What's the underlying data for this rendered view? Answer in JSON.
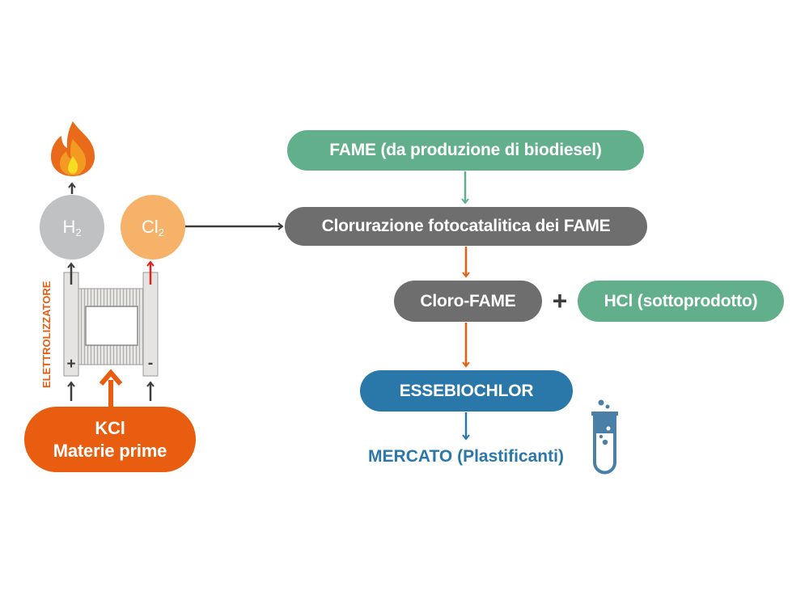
{
  "colors": {
    "orange": "#e85d10",
    "green": "#62af8c",
    "gray_dark": "#6e6e6e",
    "gray_light": "#bfc1c3",
    "cl2_orange": "#f7b26a",
    "blue": "#2a77a9",
    "red_arrow": "#e3221b",
    "arrow_dark": "#3d3d3d"
  },
  "electrolyzer": {
    "label": "ELETTROLIZZATORE",
    "plus_sign": "+",
    "minus_sign": "-",
    "h2": {
      "symbol": "H",
      "subscript": "2"
    },
    "cl2": {
      "symbol": "Cl",
      "subscript": "2"
    },
    "flame_icon": "flame-icon"
  },
  "input": {
    "line1": "KCl",
    "line2": "Materie prime"
  },
  "process": {
    "fame_source": "FAME (da produzione di biodiesel)",
    "chlorination": "Clorurazione fotocatalitica dei FAME",
    "cloro_fame": "Cloro-FAME",
    "plus": "+",
    "hcl_byproduct": "HCl (sottoprodotto)",
    "product": "ESSEBIOCHLOR",
    "market": "MERCATO (Plastificanti)",
    "market_icon": "test-tube-icon"
  }
}
